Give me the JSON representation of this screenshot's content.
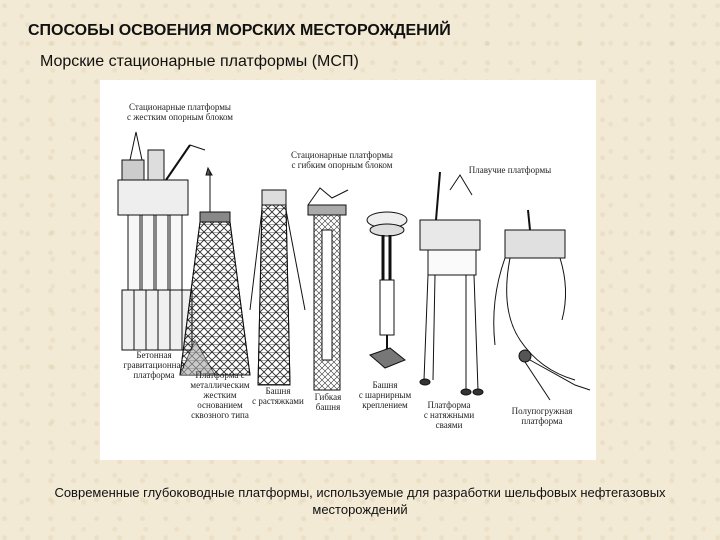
{
  "header": {
    "title": "СПОСОБЫ ОСВОЕНИЯ МОРСКИХ МЕСТОРОЖДЕНИЙ",
    "subtitle": "Морские стационарные платформы (МСП)"
  },
  "figure": {
    "group_labels": {
      "fixed_rigid": "Стационарные платформы\nс жестким опорным блоком",
      "fixed_flexible": "Стационарные платформы\nс гибким опорным блоком",
      "floating": "Плавучие платформы"
    },
    "platforms": [
      {
        "id": "concrete-gravity",
        "label": "Бетонная\nгравитационная\nплатформа"
      },
      {
        "id": "steel-jacket",
        "label": "Платформа с\nметаллическим\nжестким\nоснованием\nсквозного типа"
      },
      {
        "id": "guyed-tower",
        "label": "Башня\nс растяжками"
      },
      {
        "id": "compliant-tower",
        "label": "Гибкая\nбашня"
      },
      {
        "id": "articulated-tower",
        "label": "Башня\nс шарнирным\nкреплением"
      },
      {
        "id": "tension-leg",
        "label": "Платформа\nс натяжными\nсваями"
      },
      {
        "id": "semi-submersible",
        "label": "Полупогружная\nплатформа"
      }
    ]
  },
  "caption": "Современные глубоководные платформы, используемые для разработки шельфовых нефтегазовых месторождений"
}
